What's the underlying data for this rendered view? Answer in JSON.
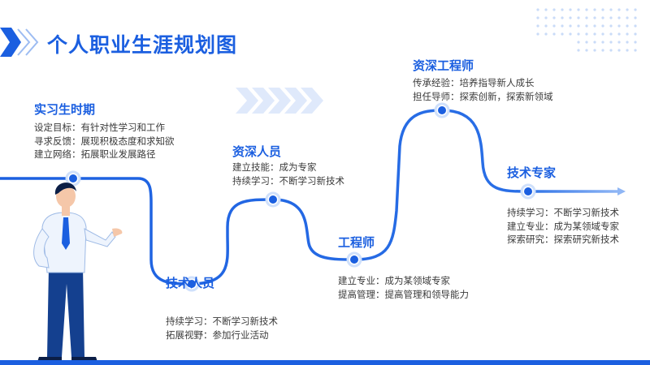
{
  "title": "个人职业生涯规划图",
  "colors": {
    "primary": "#1b5fe0",
    "light": "#cfe0fb",
    "text": "#3a3a3a"
  },
  "stages": [
    {
      "title": "实习生时期",
      "items": [
        {
          "label": "设定目标",
          "text": "有针对性学习和工作"
        },
        {
          "label": "寻求反馈",
          "text": "展现积极态度和求知欲"
        },
        {
          "label": "建立网络",
          "text": "拓展职业发展路径"
        }
      ]
    },
    {
      "title": "技术人员",
      "items": [
        {
          "label": "持续学习",
          "text": "不断学习新技术"
        },
        {
          "label": "拓展视野",
          "text": "参加行业活动"
        }
      ]
    },
    {
      "title": "资深人员",
      "items": [
        {
          "label": "建立技能",
          "text": "成为专家"
        },
        {
          "label": "持续学习",
          "text": "不断学习新技术"
        }
      ]
    },
    {
      "title": "工程师",
      "items": [
        {
          "label": "建立专业",
          "text": "成为某领域专家"
        },
        {
          "label": "提高管理",
          "text": "提高管理和领导能力"
        }
      ]
    },
    {
      "title": "资深工程师",
      "items": [
        {
          "label": "传承经验",
          "text": "培养指导新人成长"
        },
        {
          "label": "担任导师",
          "text": "探索创新，探索新领域"
        }
      ]
    },
    {
      "title": "技术专家",
      "items": [
        {
          "label": "持续学习",
          "text": "不断学习新技术"
        },
        {
          "label": "建立专业",
          "text": "成为某领域专家"
        },
        {
          "label": "探索研究",
          "text": "探索研究新技术"
        }
      ]
    }
  ]
}
